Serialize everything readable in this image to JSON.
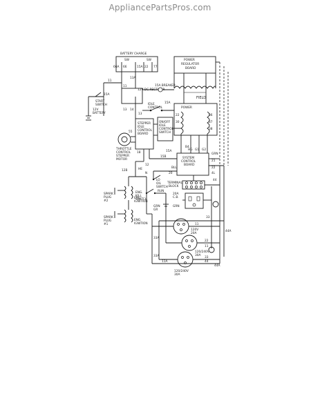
{
  "header": {
    "watermark": "AppliancePartsPros.com"
  },
  "diagram": {
    "components": {
      "battery_charge": "BATTERY CHARGE",
      "power_regulator": [
        "POWER",
        "REGULATOR",
        "BOARD"
      ],
      "rectifier": "12V DC RECTIFIER",
      "breaker": "15A BREAKER",
      "idle_control": [
        "IDLE",
        "CONTROL",
        "SWITCH"
      ],
      "stepper_drive": [
        "STEPPER",
        "IDLE",
        "CONTROL",
        "BOARD"
      ],
      "idle_switch": [
        "ON/OFF",
        "IDLE",
        "CONTROL",
        "SWITCH"
      ],
      "stepper_motor": [
        "THROTTLE",
        "CONTROL",
        "STEPPER",
        "MOTOR"
      ],
      "field": "FIELD",
      "power_winding": "POWER",
      "system_board": [
        "SYSTEM",
        "CONTROL",
        "BOARD"
      ],
      "terminal_block": [
        "TERMINAL",
        "BLOCK"
      ],
      "start_switch": [
        "START",
        "SWITCH"
      ],
      "battery": [
        "12V",
        "BATTERY"
      ],
      "spark_plug_a": [
        "SPARK",
        "PLUG",
        "#2"
      ],
      "spark_plug_b": [
        "SPARK",
        "PLUG",
        "#1"
      ],
      "ignition_a": [
        "ENG.",
        "IGNITION"
      ],
      "ignition_b": [
        "ENG.",
        "IGNITION"
      ],
      "eng_switch": [
        "ENG.",
        "KILL",
        "SWITCH"
      ],
      "lo_oil": [
        "LO",
        "OIL",
        "SWITCH"
      ],
      "run_label": "RUN",
      "grn_label": [
        "GRN",
        "GR"
      ],
      "cb_label": [
        "20A",
        "C.B."
      ],
      "rec_120v": [
        "120V",
        "20A"
      ],
      "rec_30a": [
        "120/240V",
        "30A"
      ],
      "rec_240v": [
        "120/240V",
        "30A"
      ]
    },
    "wire_labels": [
      "SW",
      "SW",
      "66",
      "66A",
      "15A",
      "22",
      "77",
      "13A",
      "11",
      "11",
      "13",
      "14",
      "13",
      "15A",
      "55",
      "22",
      "30",
      "36",
      "37",
      "38",
      "B4",
      "15A",
      "18",
      "12",
      "HG",
      "G1",
      "G2",
      "21",
      "22",
      "4L",
      "44",
      "20",
      "33",
      "44A",
      "11",
      "33A",
      "22",
      "11",
      "33",
      "44",
      "11A",
      "44A",
      "15A",
      "33A",
      "GRN",
      "BLU",
      "N",
      "15B",
      "12B",
      "HE",
      "GRN"
    ]
  }
}
